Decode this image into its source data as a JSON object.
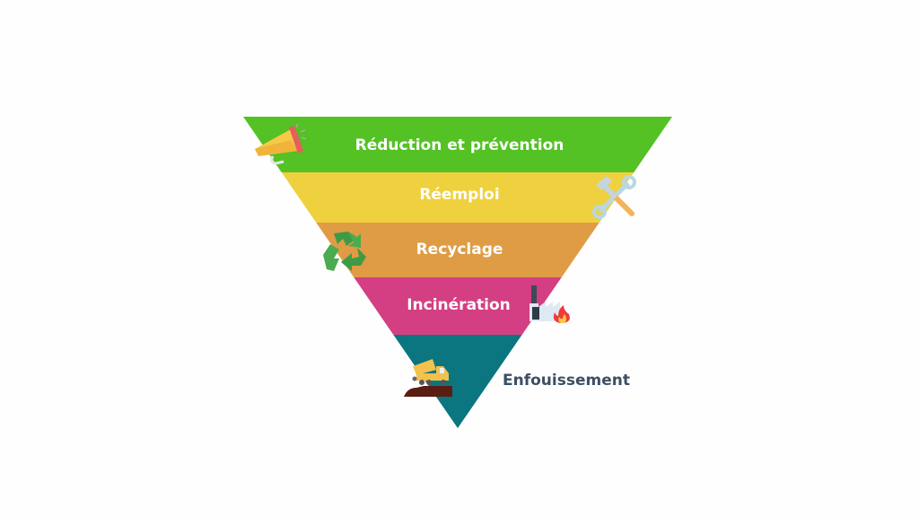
{
  "title": "Hiérarchie des modes de traitement des déchets",
  "levels": [
    {
      "label": "Réduction et prévention",
      "color": "#54c124",
      "icon": "megaphone-icon"
    },
    {
      "label": "Réemploi",
      "color": "#efd13f",
      "icon": "tools-icon"
    },
    {
      "label": "Recyclage",
      "color": "#df9c45",
      "icon": "recycle-icon"
    },
    {
      "label": "Incinération",
      "color": "#d43f83",
      "icon": "factory-fire-icon"
    },
    {
      "label": "Enfouissement",
      "color": "#0b7680",
      "icon": "dump-truck-landfill-icon"
    }
  ],
  "outside_label_color": "#3d4f63"
}
